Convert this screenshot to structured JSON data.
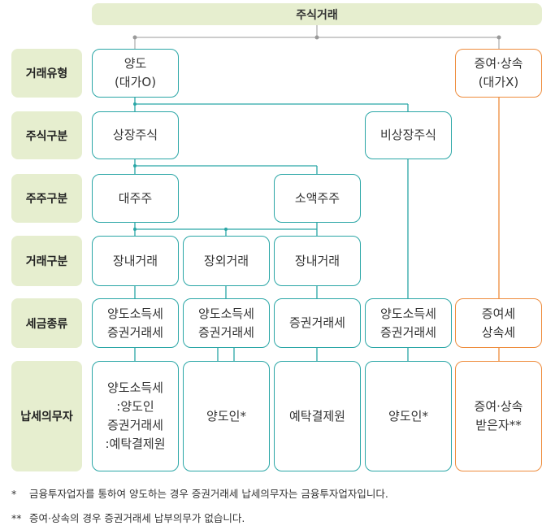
{
  "title": "주식거래",
  "row_labels": [
    "거래유형",
    "주식구분",
    "주주구분",
    "거래구분",
    "세금종류",
    "납세의무자"
  ],
  "nodes": {
    "transfer": [
      "양도",
      "(대가O)"
    ],
    "gift": [
      "증여·상속",
      "(대가X)"
    ],
    "listed": [
      "상장주식"
    ],
    "unlisted": [
      "비상장주식"
    ],
    "major": [
      "대주주"
    ],
    "minor": [
      "소액주주"
    ],
    "onmarket1": [
      "장내거래"
    ],
    "offmarket": [
      "장외거래"
    ],
    "onmarket2": [
      "장내거래"
    ],
    "tax1": [
      "양도소득세",
      "증권거래세"
    ],
    "tax2": [
      "양도소득세",
      "증권거래세"
    ],
    "tax3": [
      "증권거래세"
    ],
    "tax4": [
      "양도소득세",
      "증권거래세"
    ],
    "tax5": [
      "증여세",
      "상속세"
    ],
    "payer1": [
      "양도소득세",
      ":양도인",
      "증권거래세",
      ":예탁결제원"
    ],
    "payer2": [
      "양도인*"
    ],
    "payer3": [
      "예탁결제원"
    ],
    "payer4": [
      "양도인*"
    ],
    "payer5": [
      "증여·상속",
      "받은자**"
    ]
  },
  "notes": [
    {
      "mark": "*",
      "text": "금융투자업자를 통하여 양도하는 경우 증권거래세 납세의무자는 금융투자업자입니다."
    },
    {
      "mark": "**",
      "text": "증여·상속의 경우 증권거래세 납부의무가 없습니다."
    }
  ],
  "colors": {
    "teal": "#2aa6a6",
    "orange": "#ee8c3c",
    "label_bg": "#e6eecf",
    "connector_gray": "#9a9a9a"
  }
}
